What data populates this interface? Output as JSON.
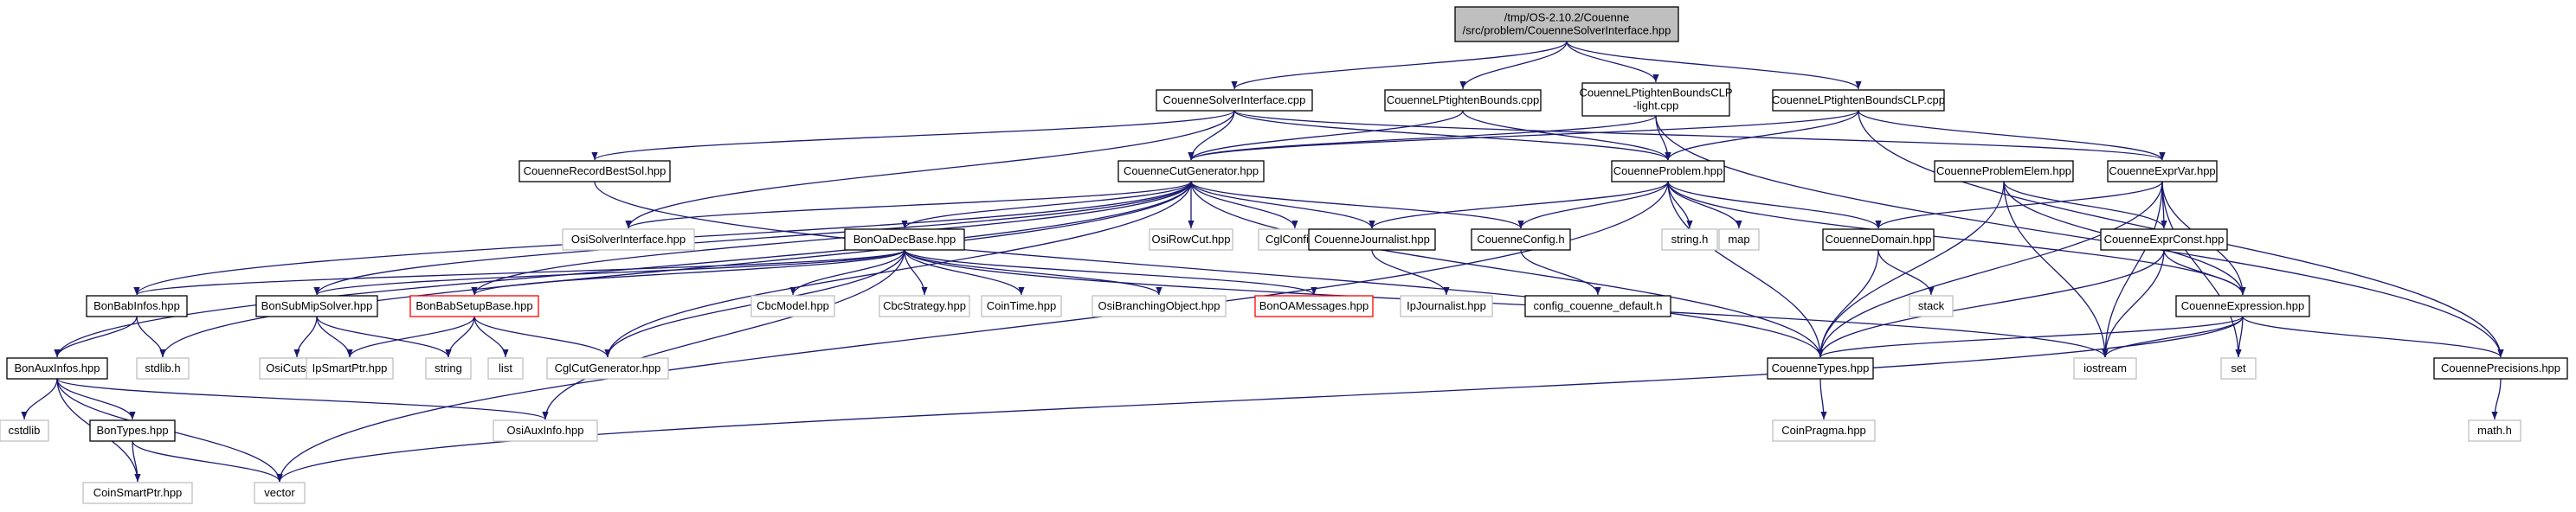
{
  "colors": {
    "edge": "#191970",
    "border_default": "#000000",
    "border_external": "#bfbfbf",
    "border_truncated": "#ff0000",
    "root_fill": "#bfbfbf",
    "fill": "#ffffff"
  },
  "nodes": [
    {
      "id": "root",
      "lines": [
        "/tmp/OS-2.10.2/Couenne",
        "/src/problem/CouenneSolverInterface.hpp"
      ],
      "style": "root"
    },
    {
      "id": "CouenneSolverInterface.cpp",
      "lines": [
        "CouenneSolverInterface.cpp"
      ],
      "style": "default"
    },
    {
      "id": "CouenneLPtightenBounds.cpp",
      "lines": [
        "CouenneLPtightenBounds.cpp"
      ],
      "style": "default"
    },
    {
      "id": "CouenneLPtightenBoundsCLP-light.cpp",
      "lines": [
        "CouenneLPtightenBoundsCLP",
        "-light.cpp"
      ],
      "style": "default"
    },
    {
      "id": "CouenneLPtightenBoundsCLP.cpp",
      "lines": [
        "CouenneLPtightenBoundsCLP.cpp"
      ],
      "style": "default"
    },
    {
      "id": "CouenneRecordBestSol.hpp",
      "lines": [
        "CouenneRecordBestSol.hpp"
      ],
      "style": "default"
    },
    {
      "id": "CouenneCutGenerator.hpp",
      "lines": [
        "CouenneCutGenerator.hpp"
      ],
      "style": "default"
    },
    {
      "id": "CouenneProblem.hpp",
      "lines": [
        "CouenneProblem.hpp"
      ],
      "style": "default"
    },
    {
      "id": "CouenneProblemElem.hpp",
      "lines": [
        "CouenneProblemElem.hpp"
      ],
      "style": "default"
    },
    {
      "id": "CouenneExprVar.hpp",
      "lines": [
        "CouenneExprVar.hpp"
      ],
      "style": "default"
    },
    {
      "id": "OsiSolverInterface.hpp",
      "lines": [
        "OsiSolverInterface.hpp"
      ],
      "style": "external"
    },
    {
      "id": "BonOaDecBase.hpp",
      "lines": [
        "BonOaDecBase.hpp"
      ],
      "style": "default"
    },
    {
      "id": "OsiRowCut.hpp",
      "lines": [
        "OsiRowCut.hpp"
      ],
      "style": "external"
    },
    {
      "id": "CglConfig.h",
      "lines": [
        "CglConfig.h"
      ],
      "style": "external"
    },
    {
      "id": "CouenneJournalist.hpp",
      "lines": [
        "CouenneJournalist.hpp"
      ],
      "style": "default"
    },
    {
      "id": "CouenneConfig.h",
      "lines": [
        "CouenneConfig.h"
      ],
      "style": "default"
    },
    {
      "id": "string.h",
      "lines": [
        "string.h"
      ],
      "style": "external"
    },
    {
      "id": "map",
      "lines": [
        "map"
      ],
      "style": "external"
    },
    {
      "id": "CouenneDomain.hpp",
      "lines": [
        "CouenneDomain.hpp"
      ],
      "style": "default"
    },
    {
      "id": "CouenneExprConst.hpp",
      "lines": [
        "CouenneExprConst.hpp"
      ],
      "style": "default"
    },
    {
      "id": "BonBabInfos.hpp",
      "lines": [
        "BonBabInfos.hpp"
      ],
      "style": "default"
    },
    {
      "id": "BonSubMipSolver.hpp",
      "lines": [
        "BonSubMipSolver.hpp"
      ],
      "style": "default"
    },
    {
      "id": "BonBabSetupBase.hpp",
      "lines": [
        "BonBabSetupBase.hpp"
      ],
      "style": "truncated"
    },
    {
      "id": "CbcModel.hpp",
      "lines": [
        "CbcModel.hpp"
      ],
      "style": "external"
    },
    {
      "id": "CbcStrategy.hpp",
      "lines": [
        "CbcStrategy.hpp"
      ],
      "style": "external"
    },
    {
      "id": "CoinTime.hpp",
      "lines": [
        "CoinTime.hpp"
      ],
      "style": "external"
    },
    {
      "id": "OsiBranchingObject.hpp",
      "lines": [
        "OsiBranchingObject.hpp"
      ],
      "style": "external"
    },
    {
      "id": "BonOAMessages.hpp",
      "lines": [
        "BonOAMessages.hpp"
      ],
      "style": "truncated"
    },
    {
      "id": "IpJournalist.hpp",
      "lines": [
        "IpJournalist.hpp"
      ],
      "style": "external"
    },
    {
      "id": "config_couenne_default.h",
      "lines": [
        "config_couenne_default.h"
      ],
      "style": "default"
    },
    {
      "id": "stack",
      "lines": [
        "stack"
      ],
      "style": "external"
    },
    {
      "id": "CouenneExpression.hpp",
      "lines": [
        "CouenneExpression.hpp"
      ],
      "style": "default"
    },
    {
      "id": "BonAuxInfos.hpp",
      "lines": [
        "BonAuxInfos.hpp"
      ],
      "style": "default"
    },
    {
      "id": "stdlib.h",
      "lines": [
        "stdlib.h"
      ],
      "style": "external"
    },
    {
      "id": "OsiCuts.hpp",
      "lines": [
        "OsiCuts.hpp"
      ],
      "style": "external"
    },
    {
      "id": "IpSmartPtr.hpp",
      "lines": [
        "IpSmartPtr.hpp"
      ],
      "style": "external"
    },
    {
      "id": "string",
      "lines": [
        "string"
      ],
      "style": "external"
    },
    {
      "id": "list",
      "lines": [
        "list"
      ],
      "style": "external"
    },
    {
      "id": "CglCutGenerator.hpp",
      "lines": [
        "CglCutGenerator.hpp"
      ],
      "style": "external"
    },
    {
      "id": "CouenneTypes.hpp",
      "lines": [
        "CouenneTypes.hpp"
      ],
      "style": "default"
    },
    {
      "id": "iostream",
      "lines": [
        "iostream"
      ],
      "style": "external"
    },
    {
      "id": "set",
      "lines": [
        "set"
      ],
      "style": "external"
    },
    {
      "id": "CouennePrecisions.hpp",
      "lines": [
        "CouennePrecisions.hpp"
      ],
      "style": "default"
    },
    {
      "id": "cstdlib",
      "lines": [
        "cstdlib"
      ],
      "style": "external"
    },
    {
      "id": "BonTypes.hpp",
      "lines": [
        "BonTypes.hpp"
      ],
      "style": "default"
    },
    {
      "id": "OsiAuxInfo.hpp",
      "lines": [
        "OsiAuxInfo.hpp"
      ],
      "style": "external"
    },
    {
      "id": "CoinPragma.hpp",
      "lines": [
        "CoinPragma.hpp"
      ],
      "style": "external"
    },
    {
      "id": "math.h",
      "lines": [
        "math.h"
      ],
      "style": "external"
    },
    {
      "id": "CoinSmartPtr.hpp",
      "lines": [
        "CoinSmartPtr.hpp"
      ],
      "style": "external"
    },
    {
      "id": "vector",
      "lines": [
        "vector"
      ],
      "style": "external"
    }
  ],
  "edges": [
    [
      "root",
      "CouenneSolverInterface.cpp"
    ],
    [
      "root",
      "CouenneLPtightenBounds.cpp"
    ],
    [
      "root",
      "CouenneLPtightenBoundsCLP-light.cpp"
    ],
    [
      "root",
      "CouenneLPtightenBoundsCLP.cpp"
    ],
    [
      "CouenneSolverInterface.cpp",
      "CouenneRecordBestSol.hpp"
    ],
    [
      "CouenneSolverInterface.cpp",
      "CouenneCutGenerator.hpp"
    ],
    [
      "CouenneSolverInterface.cpp",
      "CouenneProblem.hpp"
    ],
    [
      "CouenneSolverInterface.cpp",
      "CouenneExprVar.hpp"
    ],
    [
      "CouenneSolverInterface.cpp",
      "OsiSolverInterface.hpp"
    ],
    [
      "CouenneLPtightenBounds.cpp",
      "CouenneCutGenerator.hpp"
    ],
    [
      "CouenneLPtightenBounds.cpp",
      "CouenneProblem.hpp"
    ],
    [
      "CouenneLPtightenBoundsCLP-light.cpp",
      "CouenneCutGenerator.hpp"
    ],
    [
      "CouenneLPtightenBoundsCLP-light.cpp",
      "CouenneProblem.hpp"
    ],
    [
      "CouenneLPtightenBoundsCLP-light.cpp",
      "CouennePrecisions.hpp"
    ],
    [
      "CouenneLPtightenBoundsCLP.cpp",
      "CouenneCutGenerator.hpp"
    ],
    [
      "CouenneLPtightenBoundsCLP.cpp",
      "CouenneProblem.hpp"
    ],
    [
      "CouenneLPtightenBoundsCLP.cpp",
      "CouenneExprVar.hpp"
    ],
    [
      "CouenneLPtightenBoundsCLP.cpp",
      "CouennePrecisions.hpp"
    ],
    [
      "CouenneRecordBestSol.hpp",
      "CouenneTypes.hpp"
    ],
    [
      "CouenneCutGenerator.hpp",
      "OsiSolverInterface.hpp"
    ],
    [
      "CouenneCutGenerator.hpp",
      "BonOaDecBase.hpp"
    ],
    [
      "CouenneCutGenerator.hpp",
      "OsiRowCut.hpp"
    ],
    [
      "CouenneCutGenerator.hpp",
      "CglConfig.h"
    ],
    [
      "CouenneCutGenerator.hpp",
      "CouenneJournalist.hpp"
    ],
    [
      "CouenneCutGenerator.hpp",
      "CouenneConfig.h"
    ],
    [
      "CouenneCutGenerator.hpp",
      "BonBabInfos.hpp"
    ],
    [
      "CouenneCutGenerator.hpp",
      "BonSubMipSolver.hpp"
    ],
    [
      "CouenneCutGenerator.hpp",
      "BonBabSetupBase.hpp"
    ],
    [
      "CouenneCutGenerator.hpp",
      "CglCutGenerator.hpp"
    ],
    [
      "CouenneCutGenerator.hpp",
      "CouenneTypes.hpp"
    ],
    [
      "CouenneCutGenerator.hpp",
      "BonAuxInfos.hpp"
    ],
    [
      "CouenneCutGenerator.hpp",
      "stdlib.h"
    ],
    [
      "CouenneProblem.hpp",
      "CouenneJournalist.hpp"
    ],
    [
      "CouenneProblem.hpp",
      "CouenneConfig.h"
    ],
    [
      "CouenneProblem.hpp",
      "string.h"
    ],
    [
      "CouenneProblem.hpp",
      "map"
    ],
    [
      "CouenneProblem.hpp",
      "CouenneDomain.hpp"
    ],
    [
      "CouenneProblem.hpp",
      "CouenneExpression.hpp"
    ],
    [
      "CouenneProblem.hpp",
      "CouenneTypes.hpp"
    ],
    [
      "CouenneProblem.hpp",
      "vector"
    ],
    [
      "CouenneProblemElem.hpp",
      "CouenneExprConst.hpp"
    ],
    [
      "CouenneProblemElem.hpp",
      "CouenneExpression.hpp"
    ],
    [
      "CouenneProblemElem.hpp",
      "CouenneTypes.hpp"
    ],
    [
      "CouenneProblemElem.hpp",
      "iostream"
    ],
    [
      "CouenneExprVar.hpp",
      "CouenneDomain.hpp"
    ],
    [
      "CouenneExprVar.hpp",
      "CouenneExprConst.hpp"
    ],
    [
      "CouenneExprVar.hpp",
      "CouenneExpression.hpp"
    ],
    [
      "CouenneExprVar.hpp",
      "CouenneTypes.hpp"
    ],
    [
      "CouenneExprVar.hpp",
      "iostream"
    ],
    [
      "CouenneExprVar.hpp",
      "set"
    ],
    [
      "BonOaDecBase.hpp",
      "BonBabInfos.hpp"
    ],
    [
      "BonOaDecBase.hpp",
      "BonSubMipSolver.hpp"
    ],
    [
      "BonOaDecBase.hpp",
      "BonBabSetupBase.hpp"
    ],
    [
      "BonOaDecBase.hpp",
      "CbcModel.hpp"
    ],
    [
      "BonOaDecBase.hpp",
      "CbcStrategy.hpp"
    ],
    [
      "BonOaDecBase.hpp",
      "CoinTime.hpp"
    ],
    [
      "BonOaDecBase.hpp",
      "OsiBranchingObject.hpp"
    ],
    [
      "BonOaDecBase.hpp",
      "BonOAMessages.hpp"
    ],
    [
      "BonOaDecBase.hpp",
      "CglCutGenerator.hpp"
    ],
    [
      "BonOaDecBase.hpp",
      "OsiAuxInfo.hpp"
    ],
    [
      "BonOaDecBase.hpp",
      "iostream"
    ],
    [
      "CouenneJournalist.hpp",
      "IpJournalist.hpp"
    ],
    [
      "CouenneConfig.h",
      "config_couenne_default.h"
    ],
    [
      "CouenneDomain.hpp",
      "stack"
    ],
    [
      "CouenneDomain.hpp",
      "CouenneTypes.hpp"
    ],
    [
      "CouenneExprConst.hpp",
      "CouenneExpression.hpp"
    ],
    [
      "CouenneExprConst.hpp",
      "CouenneTypes.hpp"
    ],
    [
      "CouenneExprConst.hpp",
      "iostream"
    ],
    [
      "CouenneExpression.hpp",
      "CouenneTypes.hpp"
    ],
    [
      "CouenneExpression.hpp",
      "iostream"
    ],
    [
      "CouenneExpression.hpp",
      "set"
    ],
    [
      "CouenneExpression.hpp",
      "CouennePrecisions.hpp"
    ],
    [
      "CouenneExpression.hpp",
      "vector"
    ],
    [
      "BonBabInfos.hpp",
      "BonAuxInfos.hpp"
    ],
    [
      "BonBabInfos.hpp",
      "stdlib.h"
    ],
    [
      "BonSubMipSolver.hpp",
      "OsiCuts.hpp"
    ],
    [
      "BonSubMipSolver.hpp",
      "IpSmartPtr.hpp"
    ],
    [
      "BonSubMipSolver.hpp",
      "string"
    ],
    [
      "BonBabSetupBase.hpp",
      "IpSmartPtr.hpp"
    ],
    [
      "BonBabSetupBase.hpp",
      "string"
    ],
    [
      "BonBabSetupBase.hpp",
      "list"
    ],
    [
      "BonBabSetupBase.hpp",
      "CglCutGenerator.hpp"
    ],
    [
      "BonAuxInfos.hpp",
      "cstdlib"
    ],
    [
      "BonAuxInfos.hpp",
      "BonTypes.hpp"
    ],
    [
      "BonAuxInfos.hpp",
      "OsiAuxInfo.hpp"
    ],
    [
      "BonAuxInfos.hpp",
      "CoinSmartPtr.hpp"
    ],
    [
      "BonAuxInfos.hpp",
      "vector"
    ],
    [
      "BonTypes.hpp",
      "CoinSmartPtr.hpp"
    ],
    [
      "BonTypes.hpp",
      "vector"
    ],
    [
      "CouenneTypes.hpp",
      "CoinPragma.hpp"
    ],
    [
      "CouennePrecisions.hpp",
      "math.h"
    ]
  ]
}
